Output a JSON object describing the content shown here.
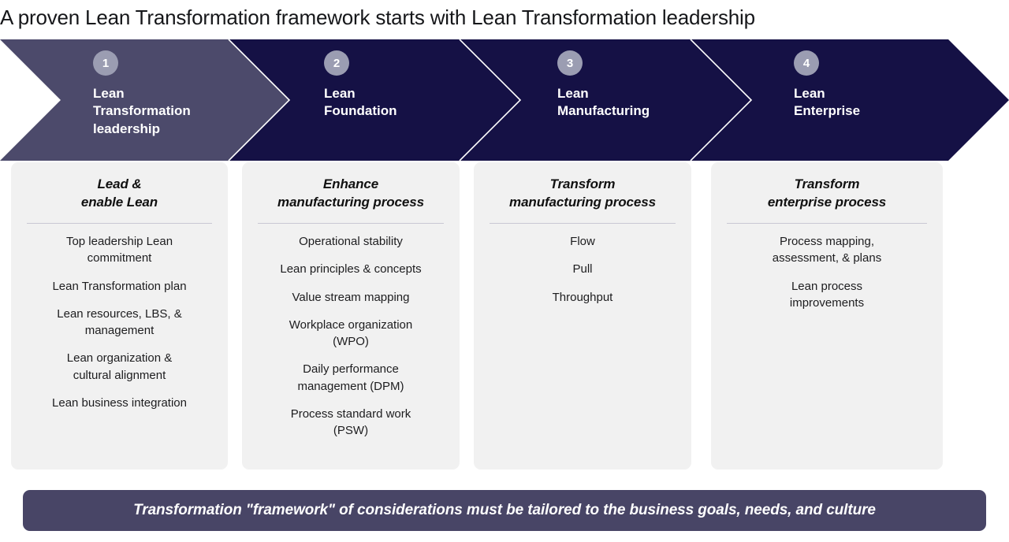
{
  "title": "A proven Lean Transformation framework starts with Lean Transformation leadership",
  "colors": {
    "stage1_fill": "#4c4a6b",
    "stage_fill": "#151145",
    "chevron_outline": "#ffffff",
    "badge_fill": "#9b9db2",
    "card_bg": "#f1f1f1",
    "card_divider": "#c9c7d4",
    "footer_bg": "#484566",
    "text_dark": "#16171a",
    "text_light": "#ffffff"
  },
  "banner": {
    "stages": [
      {
        "number": "1",
        "name": "Lean\nTransformation\nleadership"
      },
      {
        "number": "2",
        "name": "Lean\nFoundation"
      },
      {
        "number": "3",
        "name": "Lean\nManufacturing"
      },
      {
        "number": "4",
        "name": "Lean\nEnterprise"
      }
    ]
  },
  "cards": [
    {
      "heading": "Lead &\nenable Lean",
      "items": [
        "Top leadership Lean\ncommitment",
        "Lean Transformation plan",
        "Lean resources, LBS, &\nmanagement",
        "Lean organization &\ncultural alignment",
        "Lean business integration"
      ]
    },
    {
      "heading": "Enhance\nmanufacturing process",
      "items": [
        "Operational stability",
        "Lean principles & concepts",
        "Value stream mapping",
        "Workplace organization\n(WPO)",
        "Daily performance\nmanagement (DPM)",
        "Process standard work\n(PSW)"
      ]
    },
    {
      "heading": "Transform\nmanufacturing process",
      "items": [
        "Flow",
        "Pull",
        "Throughput"
      ]
    },
    {
      "heading": "Transform\nenterprise process",
      "items": [
        "Process mapping,\nassessment, & plans",
        "Lean process\nimprovements"
      ]
    }
  ],
  "footer": {
    "text": "Transformation \"framework\" of considerations must be tailored to the business goals, needs, and culture"
  }
}
